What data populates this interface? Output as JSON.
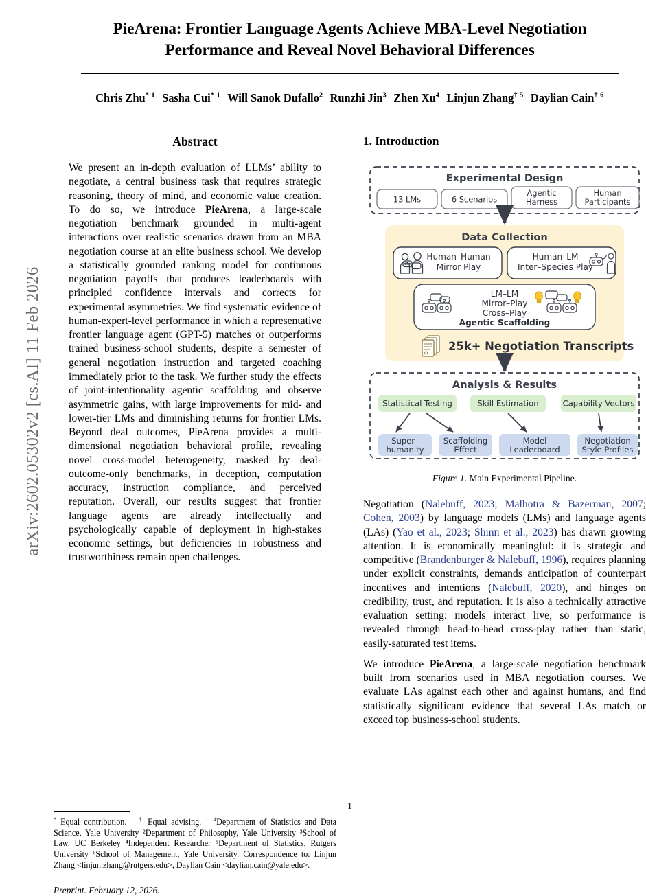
{
  "arxiv_stamp": "arXiv:2602.05302v2  [cs.AI]  11 Feb 2026",
  "title": "PieArena: Frontier Language Agents Achieve MBA-Level Negotiation Performance and Reveal Novel Behavioral Differences",
  "authors": [
    {
      "name": "Chris Zhu",
      "marks": "* 1"
    },
    {
      "name": "Sasha Cui",
      "marks": "* 1"
    },
    {
      "name": "Will Sanok Dufallo",
      "marks": "2"
    },
    {
      "name": "Runzhi Jin",
      "marks": "3"
    },
    {
      "name": "Zhen Xu",
      "marks": "4"
    },
    {
      "name": "Linjun Zhang",
      "marks": "† 5"
    },
    {
      "name": "Daylian Cain",
      "marks": "† 6"
    }
  ],
  "abstract": {
    "heading": "Abstract",
    "part1": "We present an in-depth evaluation of LLMs’ ability to negotiate, a central business task that requires strategic reasoning, theory of mind, and economic value creation. To do so, we introduce ",
    "bold1": "PieArena",
    "part2": ", a large-scale negotiation benchmark grounded in multi-agent interactions over realistic scenarios drawn from an MBA negotiation course at an elite business school. We develop a statistically grounded ranking model for continuous negotiation payoffs that produces leaderboards with principled confidence intervals and corrects for experimental asymmetries. We find systematic evidence of human-expert-level performance in which a representative frontier language agent (GPT-5) matches or outperforms trained business-school students, despite a semester of general negotiation instruction and targeted coaching immediately prior to the task. We further study the effects of joint-intentionality agentic scaffolding and observe asymmetric gains, with large improvements for mid- and lower-tier LMs and diminishing returns for frontier LMs. Beyond deal outcomes, PieArena provides a multi-dimensional negotiation behavioral profile, revealing novel cross-model heterogeneity, masked by deal-outcome-only benchmarks, in deception, computation accuracy, instruction compliance, and perceived reputation. Overall, our results suggest that frontier language agents are already intellectually and psychologically capable of deployment in high-stakes economic settings, but deficiencies in robustness and trustworthiness remain open challenges."
  },
  "footnote": {
    "text_a": "Equal contribution.",
    "text_b": "Equal advising.",
    "body": "Department of Statistics and Data Science, Yale University ²Department of Philosophy, Yale University ³School of Law, UC Berkeley ⁴Independent Researcher ⁵Department of Statistics, Rutgers University ⁶School of Management, Yale University. Correspondence to: Linjun Zhang <linjun.zhang@rutgers.edu>, Daylian Cain <daylian.cain@yale.edu>.",
    "preprint": "Preprint. February 12, 2026."
  },
  "introduction": {
    "heading": "1. Introduction",
    "para1_segments": [
      {
        "t": "Negotiation (",
        "c": false
      },
      {
        "t": "Nalebuff, 2023",
        "c": true
      },
      {
        "t": "; ",
        "c": false
      },
      {
        "t": "Malhotra & Bazerman, 2007",
        "c": true
      },
      {
        "t": "; ",
        "c": false
      },
      {
        "t": "Cohen, 2003",
        "c": true
      },
      {
        "t": ") by language models (LMs) and language agents (LAs) (",
        "c": false
      },
      {
        "t": "Yao et al., 2023",
        "c": true
      },
      {
        "t": "; ",
        "c": false
      },
      {
        "t": "Shinn et al., 2023",
        "c": true
      },
      {
        "t": ") has drawn growing attention. It is economically meaningful: it is strategic and competitive (",
        "c": false
      },
      {
        "t": "Brandenburger & Nalebuff, 1996",
        "c": true
      },
      {
        "t": "), requires planning under explicit constraints, demands anticipation of counterpart incentives and intentions (",
        "c": false
      },
      {
        "t": "Nalebuff, 2020",
        "c": true
      },
      {
        "t": "), and hinges on credibility, trust, and reputation. It is also a technically attractive evaluation setting: models interact live, so performance is revealed through head-to-head cross-play rather than static, easily-saturated test items.",
        "c": false
      }
    ],
    "para2_pre": "We introduce ",
    "para2_bold": "PieArena",
    "para2_post": ", a large-scale negotiation benchmark built from scenarios used in MBA negotiation courses. We evaluate LAs against each other and against humans, and find statistically significant evidence that several LAs match or exceed top business-school students."
  },
  "figure": {
    "caption_label": "Figure 1.",
    "caption_text": "Main Experimental Pipeline.",
    "stage1": {
      "title": "Experimental Design",
      "boxes": [
        "13 LMs",
        "6 Scenarios",
        "Agentic\nHarness",
        "Human\nParticipants"
      ]
    },
    "stage2": {
      "title": "Data Collection",
      "box_hh": "Human–Human\nMirror Play",
      "box_hl": "Human–LM\nInter–Species Play",
      "box_ll_line1": "LM–LM",
      "box_ll_line2": "Mirror–Play",
      "box_ll_line3": "Cross–Play",
      "box_ll_line4": "Agentic Scaffolding",
      "transcripts": "25k+ Negotiation Transcripts"
    },
    "stage3": {
      "title": "Analysis & Results",
      "methods": [
        "Statistical Testing",
        "Skill Estimation",
        "Capability Vectors"
      ],
      "outputs": [
        "Super–\nhumanity",
        "Scaffolding\nEffect",
        "Model\nLeaderboard",
        "Negotiation\nStyle Profiles"
      ]
    },
    "colors": {
      "data_collection_bg": "#fdf3d4",
      "method_bg": "#d9edcf",
      "output_bg": "#ccd9ef",
      "stroke": "#3a3f4a"
    }
  },
  "page_number": "1"
}
